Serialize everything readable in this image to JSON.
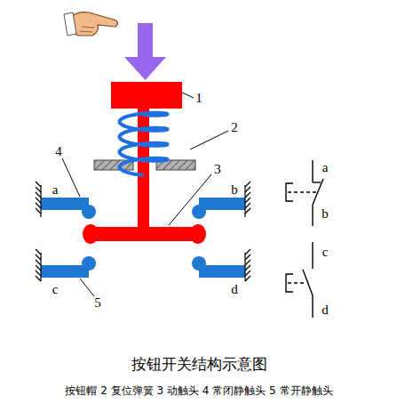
{
  "diagram": {
    "title": "按钮开关结构示意图",
    "caption": "按钮帽 2 复位弹簧 3 动触头 4 常闭静触头  5 常开静触头",
    "labels": [
      "1",
      "2",
      "3",
      "4",
      "5",
      "a",
      "b",
      "c",
      "d",
      "a",
      "b",
      "c",
      "d"
    ]
  }
}
